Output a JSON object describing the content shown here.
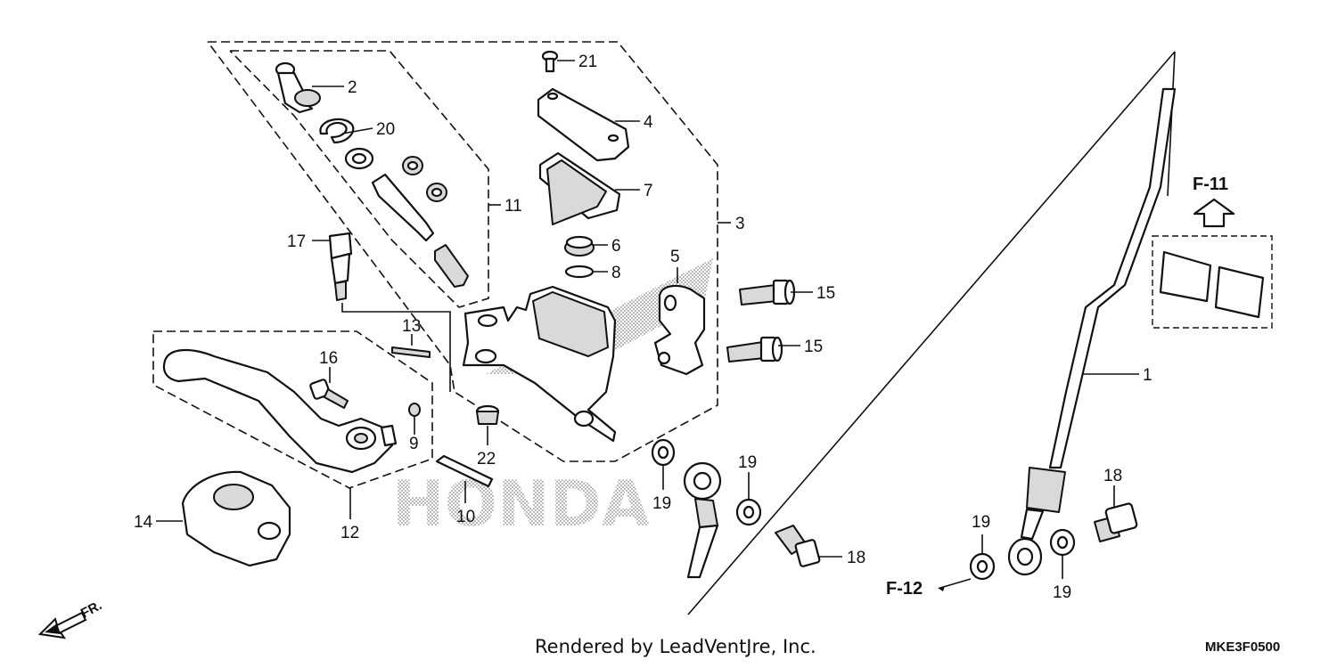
{
  "diagram": {
    "callouts": {
      "c1": "1",
      "c2": "2",
      "c3": "3",
      "c4": "4",
      "c5": "5",
      "c6": "6",
      "c7": "7",
      "c8": "8",
      "c9": "9",
      "c10": "10",
      "c11": "11",
      "c12": "12",
      "c13": "13",
      "c14": "14",
      "c15a": "15",
      "c15b": "15",
      "c16": "16",
      "c17": "17",
      "c18a": "18",
      "c18b": "18",
      "c19a": "19",
      "c19b": "19",
      "c19c": "19",
      "c19d": "19",
      "c20": "20",
      "c21": "21",
      "c22": "22"
    },
    "references": {
      "f11": "F-11",
      "f12": "F-12"
    },
    "direction_label": "FR.",
    "watermark": "HONDA",
    "footer": "Rendered by LeadVentJre, Inc.",
    "diagram_code": "MKE3F0500"
  }
}
